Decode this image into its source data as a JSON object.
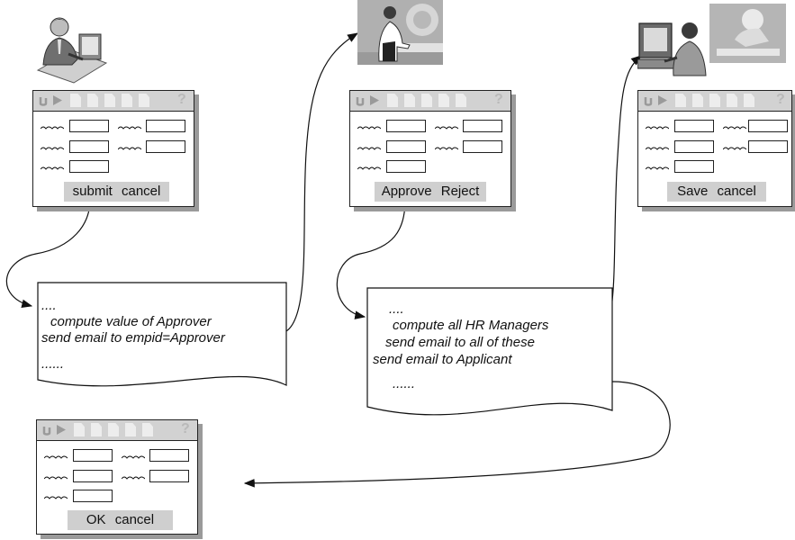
{
  "forms": {
    "applicant": {
      "button1": "submit",
      "button2": "cancel"
    },
    "approver": {
      "button1": "Approve",
      "button2": "Reject"
    },
    "hr": {
      "button1": "Save",
      "button2": "cancel"
    },
    "result": {
      "button1": "OK",
      "button2": "cancel"
    }
  },
  "toolbar": {
    "help_glyph": "?"
  },
  "process1": {
    "line1": "....",
    "line2": "compute value of Approver",
    "line3": "send email to empid=Approver",
    "line4": "......"
  },
  "process2": {
    "line1": "....",
    "line2": "compute all HR Managers",
    "line3": "send email to all of these",
    "line4": "send email to Applicant",
    "line5": "......"
  },
  "colors": {
    "ink": "#111111",
    "toolbar_gray": "#d2d2d2",
    "button_gray": "#cfcfcf",
    "shadow": "#9a9a9a"
  }
}
